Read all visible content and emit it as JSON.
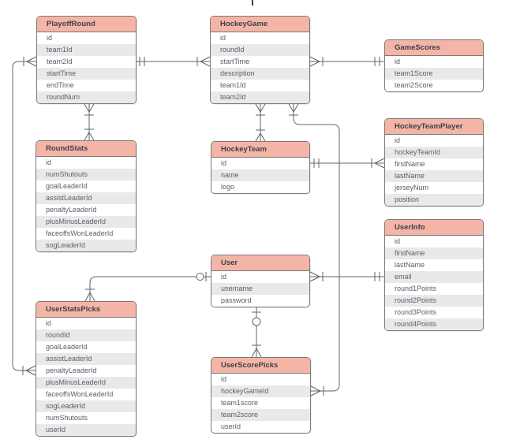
{
  "diagram": {
    "tables": [
      {
        "name": "PlayoffRound",
        "fields": [
          "id",
          "team1Id",
          "team2Id",
          "startTime",
          "endTime",
          "roundNum"
        ]
      },
      {
        "name": "HockeyGame",
        "fields": [
          "id",
          "roundId",
          "startTime",
          "description",
          "team1Id",
          "team2Id"
        ]
      },
      {
        "name": "GameScores",
        "fields": [
          "id",
          "team1Score",
          "team2Score"
        ]
      },
      {
        "name": "HockeyTeamPlayer",
        "fields": [
          "id",
          "hockeyTeamId",
          "firstName",
          "lastName",
          "jerseyNum",
          "position"
        ]
      },
      {
        "name": "RoundStats",
        "fields": [
          "id",
          "numShutouts",
          "goalLeaderId",
          "assistLeaderId",
          "penaltyLeaderId",
          "plusMinusLeaderId",
          "faceoffsWonLeaderId",
          "sogLeaderId"
        ]
      },
      {
        "name": "HockeyTeam",
        "fields": [
          "id",
          "name",
          "logo"
        ]
      },
      {
        "name": "UserInfo",
        "fields": [
          "id",
          "firstName",
          "lastName",
          "email",
          "round1Points",
          "round2Points",
          "round3Points",
          "round4Points"
        ]
      },
      {
        "name": "User",
        "fields": [
          "id",
          "username",
          "password"
        ]
      },
      {
        "name": "UserStatsPicks",
        "fields": [
          "id",
          "roundId",
          "goalLeaderId",
          "assistLeaderId",
          "penaltyLeaderId",
          "plusMinusLeaderId",
          "faceoffsWonLeaderId",
          "sogLeaderId",
          "numShutouts",
          "userId"
        ]
      },
      {
        "name": "UserScorePicks",
        "fields": [
          "id",
          "hockeyGameId",
          "team1score",
          "team2score",
          "userId"
        ]
      }
    ],
    "relationships": [
      {
        "from": "PlayoffRound",
        "to": "HockeyGame",
        "from_marker": "one",
        "to_marker": "one-or-many"
      },
      {
        "from": "HockeyGame",
        "to": "GameScores",
        "from_marker": "one-or-many",
        "to_marker": "one"
      },
      {
        "from": "PlayoffRound",
        "to": "RoundStats",
        "from_marker": "one-or-many",
        "to_marker": "one-or-many"
      },
      {
        "from": "HockeyGame",
        "to": "HockeyTeam",
        "from_marker": "one-or-many",
        "to_marker": "one-or-many"
      },
      {
        "from": "HockeyGame",
        "to": "UserScorePicks",
        "from_marker": "one-or-many",
        "to_marker": "one-or-many"
      },
      {
        "from": "HockeyTeam",
        "to": "HockeyTeamPlayer",
        "from_marker": "one",
        "to_marker": "one-or-many"
      },
      {
        "from": "User",
        "to": "UserInfo",
        "from_marker": "one-or-many",
        "to_marker": "one"
      },
      {
        "from": "User",
        "to": "UserStatsPicks",
        "from_marker": "zero-or-one",
        "to_marker": "one-or-many"
      },
      {
        "from": "User",
        "to": "UserScorePicks",
        "from_marker": "zero-or-one",
        "to_marker": "one-or-many"
      },
      {
        "from": "PlayoffRound",
        "to": "UserStatsPicks",
        "from_marker": "one-or-many",
        "to_marker": "one-or-many"
      }
    ],
    "colors": {
      "header_bg": "#f5b5a6",
      "row_alt_bg": "#e9e9e9",
      "border": "#7a7a7a",
      "line": "#5a6672",
      "header_text": "#3b414d",
      "row_text": "#58606a"
    }
  }
}
